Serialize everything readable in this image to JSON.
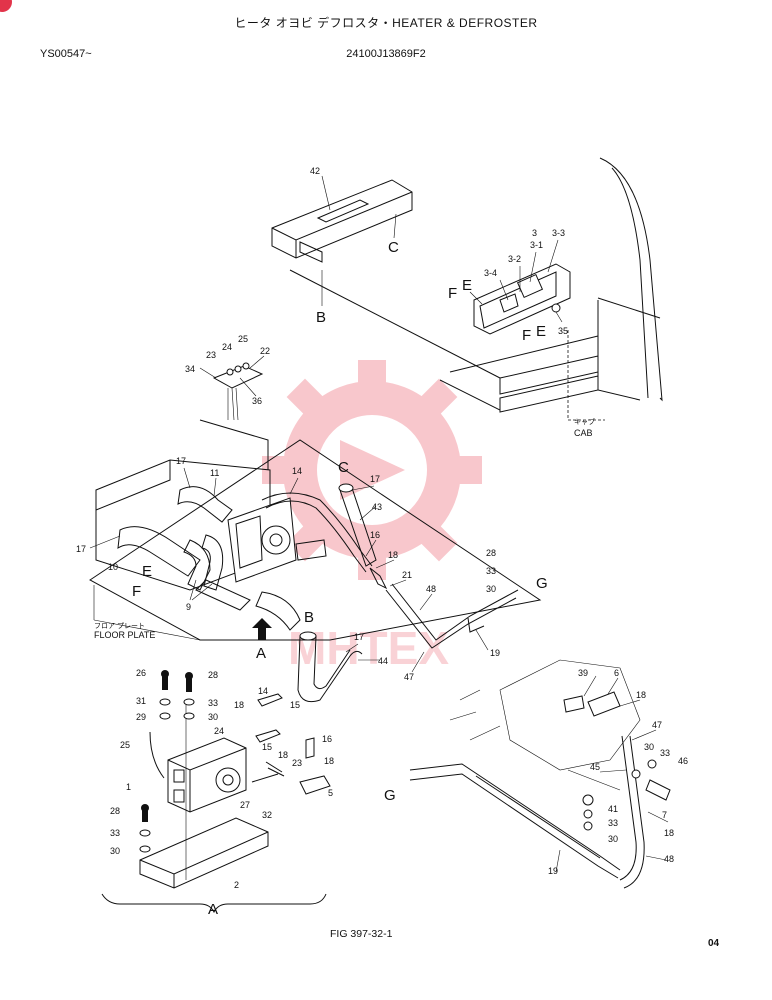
{
  "header": {
    "title": "ヒータ オヨビ デフロスタ・HEATER & DEFROSTER",
    "serial": "YS00547~",
    "part_number": "24100J13869F2"
  },
  "footer": {
    "figure": "FIG 397-32-1",
    "page": "04"
  },
  "watermark": {
    "text": "MHTEX",
    "color": "#e8394a"
  },
  "labels": {
    "cab_jp": "キャブ",
    "cab_en": "CAB",
    "floor_jp": "フロア プレート",
    "floor_en": "FLOOR PLATE",
    "p42": "42",
    "pC1": "C",
    "pB1": "B",
    "p3": "3",
    "p3_1": "3-1",
    "p3_3": "3-3",
    "p3_2": "3-2",
    "p3_4": "3-4",
    "pF1": "F",
    "pE1": "E",
    "pF2": "F",
    "pE2": "E",
    "p35": "35",
    "p34": "34",
    "p23a": "23",
    "p24a": "24",
    "p25a": "25",
    "p22": "22",
    "p36": "36",
    "p17a": "17",
    "p11": "11",
    "p14a": "14",
    "pC2": "C",
    "p17b": "17",
    "p43": "43",
    "p17c": "17",
    "p10": "10",
    "pE3": "E",
    "pF3": "F",
    "p9": "9",
    "p16a": "16",
    "p18a": "18",
    "p21": "21",
    "p28a": "28",
    "p33a": "33",
    "p30a": "30",
    "pG1": "G",
    "p48a": "48",
    "p19a": "19",
    "p47a": "47",
    "pB2": "B",
    "p17d": "17",
    "p44": "44",
    "pA1": "A",
    "p26": "26",
    "p28b": "28",
    "p31": "31",
    "p33b": "33",
    "p29": "29",
    "p30b": "30",
    "p24b": "24",
    "p25b": "25",
    "p14b": "14",
    "p15a": "15",
    "p18b": "18",
    "p16b": "16",
    "p18c": "18",
    "p15b": "15",
    "p18d": "18",
    "p23b": "23",
    "p1": "1",
    "p27": "27",
    "p32": "32",
    "p5": "5",
    "p28c": "28",
    "p33c": "33",
    "p30c": "30",
    "p2": "2",
    "pA2": "A",
    "p39": "39",
    "p6": "6",
    "p18e": "18",
    "p47b": "47",
    "p45": "45",
    "p30d": "30",
    "p33d": "33",
    "p46": "46",
    "pG2": "G",
    "p41": "41",
    "p7": "7",
    "p33e": "33",
    "p30e": "30",
    "p18f": "18",
    "p48b": "48",
    "p19b": "19"
  }
}
